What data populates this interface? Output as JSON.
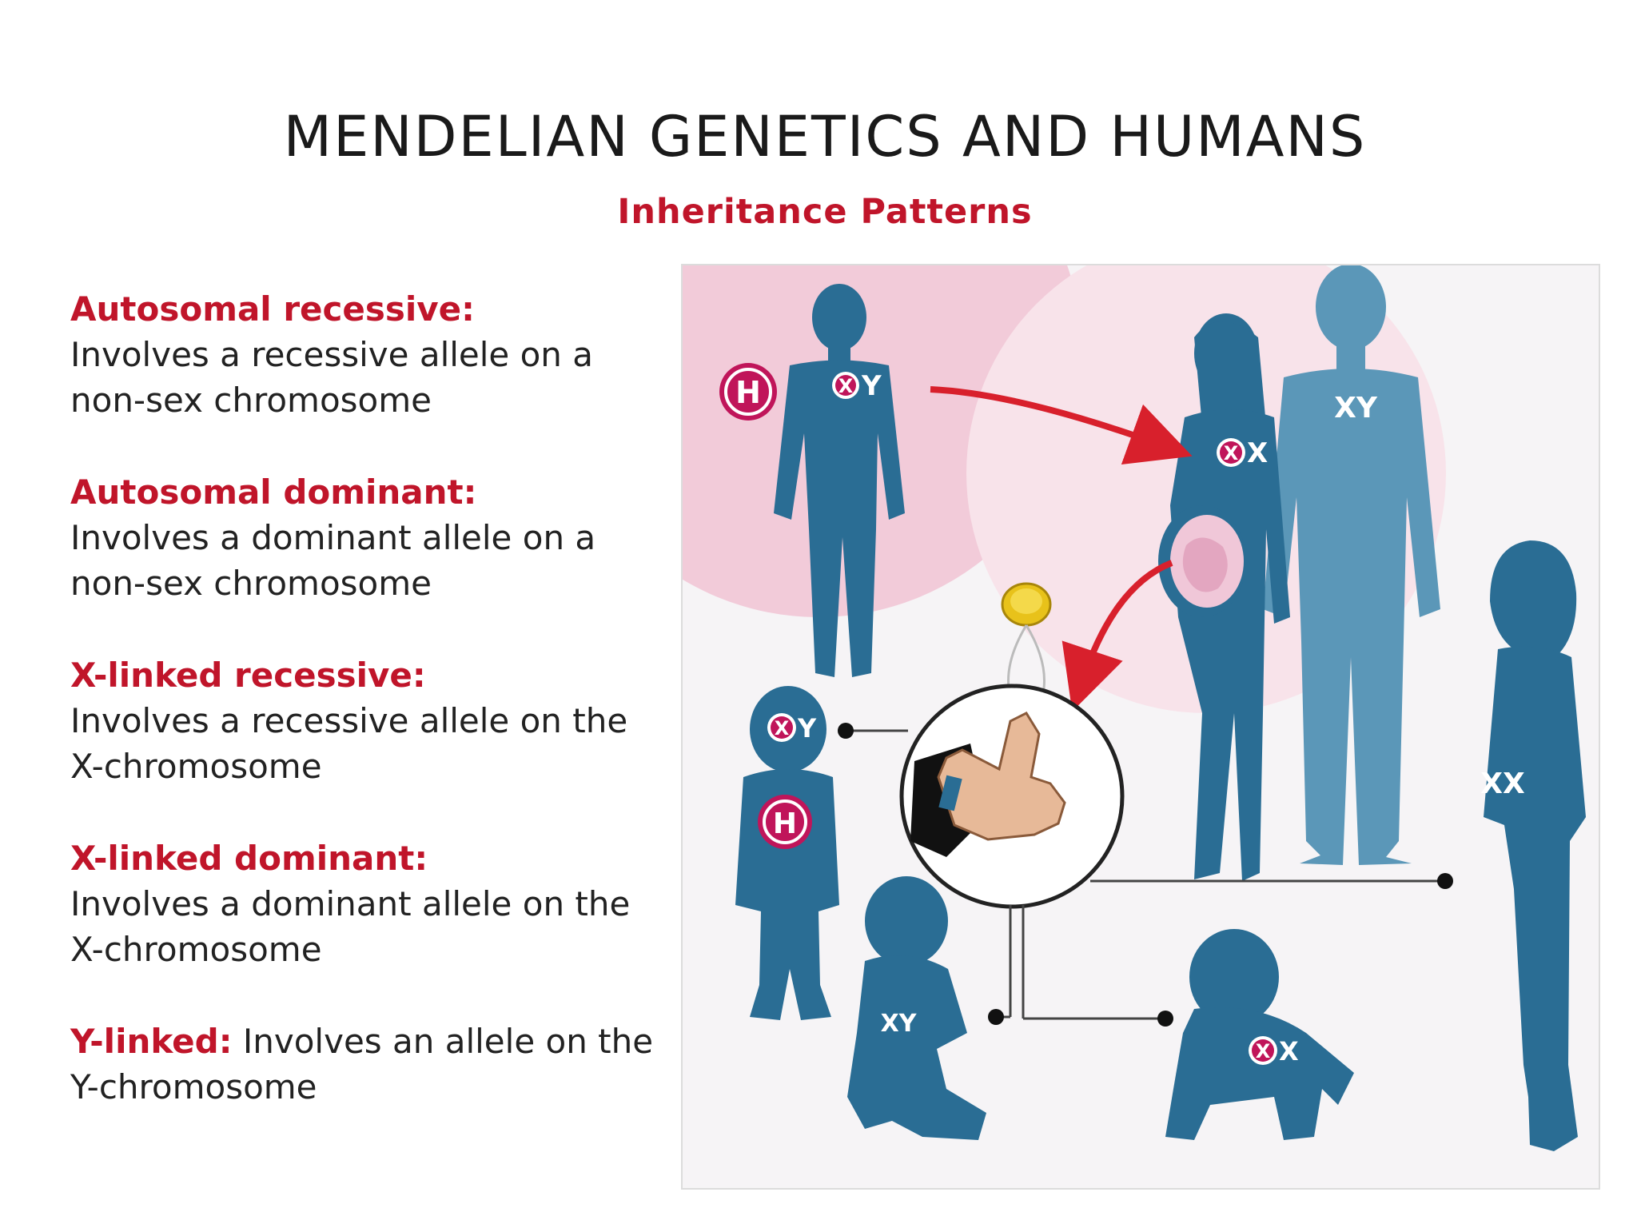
{
  "header": {
    "title": "MENDELIAN GENETICS AND HUMANS",
    "subtitle": "Inheritance Patterns"
  },
  "patterns": [
    {
      "name": "Autosomal recessive:",
      "description": "Involves a recessive allele on a non-sex chromosome"
    },
    {
      "name": "Autosomal dominant:",
      "description": "Involves a dominant allele on a non-sex chromosome"
    },
    {
      "name": "X-linked recessive:",
      "description": "Involves a recessive allele on the X-chromosome"
    },
    {
      "name": "X-linked dominant:",
      "description": "Involves a dominant allele on the X-chromosome"
    },
    {
      "name": "Y-linked:",
      "description": "Involves an allele on the Y-chromosome"
    }
  ],
  "diagram": {
    "markers": {
      "hemophilia": "H",
      "affected_x": "X",
      "y": "Y",
      "x": "X",
      "xy": "XY",
      "xx": "XX"
    },
    "icons": [
      "human-silhouette-icon",
      "coin-icon",
      "thumb-hand-icon",
      "arrow-icon",
      "x-circle-icon"
    ],
    "colors": {
      "accent": "#c0152a",
      "figure": "#2a6d94",
      "figure_light": "#5b97b8",
      "pink_bg": "#f2cbd9",
      "marker": "#c0155a"
    }
  }
}
